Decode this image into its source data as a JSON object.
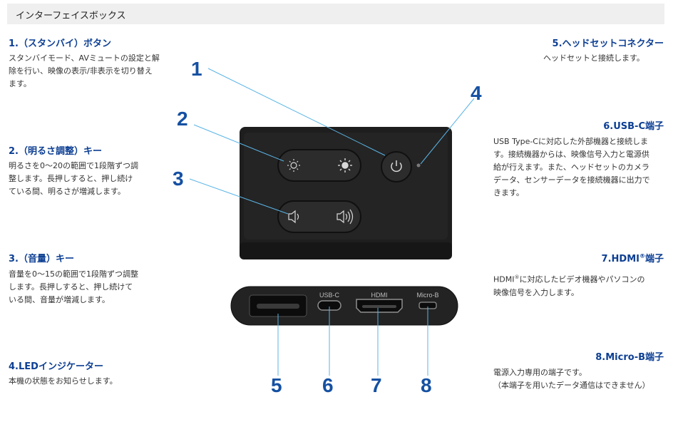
{
  "header": {
    "title": "インターフェイスボックス"
  },
  "sections": {
    "s1": {
      "title": "1.（スタンバイ）ボタン",
      "lines": [
        "スタンバイモード、AVミュートの設定と解",
        "除を行い、映像の表示/非表示を切り替え",
        "ます。"
      ]
    },
    "s2": {
      "title": "2.（明るさ調整）キー",
      "lines": [
        "明るさを0～20の範囲で1段階ずつ調",
        "整します。長押しすると、押し続け",
        "ている間、明るさが増減します。"
      ]
    },
    "s3": {
      "title": "3.（音量）キー",
      "lines": [
        "音量を0～15の範囲で1段階ずつ調整",
        "します。長押しすると、押し続けて",
        "いる間、音量が増減します。"
      ]
    },
    "s4": {
      "title": "4.LEDインジケーター",
      "lines": [
        "本機の状態をお知らせします。"
      ]
    },
    "s5": {
      "title": "5.ヘッドセットコネクター",
      "lines": [
        "ヘッドセットと接続します。"
      ]
    },
    "s6": {
      "title": "6.USB-C端子",
      "lines": [
        "USB Type-Cに対応した外部機器と接続しま",
        "す。接続機器からは、映像信号入力と電源供",
        "給が行えます。また、ヘッドセットのカメラ",
        "データ、センサーデータを接続機器に出力で",
        "きます。"
      ]
    },
    "s7": {
      "title": "7.HDMI",
      "title_sup": "®",
      "title_suffix": "端子",
      "line1_a": "HDMI",
      "line1_sup": "®",
      "line1_b": "に対応したビデオ機器やパソコンの",
      "line2": "映像信号を入力します。"
    },
    "s8": {
      "title": "8.Micro-B端子",
      "lines": [
        "電源入力専用の端子です。",
        "（本端子を用いたデータ通信はできません）"
      ]
    }
  },
  "callouts": [
    "1",
    "2",
    "3",
    "4",
    "5",
    "6",
    "7",
    "8"
  ],
  "ports": {
    "usbc": "USB-C",
    "hdmi": "HDMI",
    "microb": "Micro-B"
  },
  "colors": {
    "accent": "#0d3f93",
    "callout": "#1550a2",
    "device": "#222222",
    "leader": "#5ab4e6"
  },
  "icons": [
    "brightness-down-icon",
    "brightness-up-icon",
    "volume-down-icon",
    "volume-up-icon",
    "power-icon"
  ]
}
